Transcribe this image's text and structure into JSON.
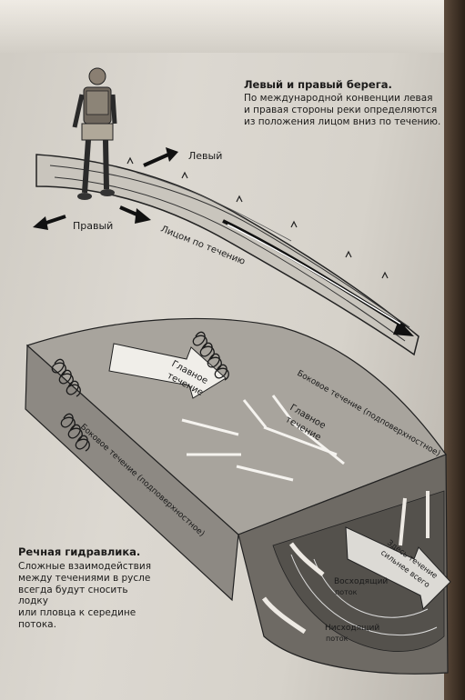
{
  "section_1": {
    "title": "Левый и правый берега.",
    "body_lines": [
      "По международной конвенции левая",
      "и правая стороны реки определяются",
      "из положения лицом вниз по течению."
    ],
    "labels": {
      "left": "Левый",
      "right": "Правый",
      "facing": "Лицом по течению"
    }
  },
  "section_2": {
    "title": "Речная гидравлика.",
    "body_lines": [
      "Сложные взаимодействия",
      "между течениями в русле",
      "всегда будут сносить лодку",
      "или пловца к середине",
      "потока."
    ],
    "labels": {
      "main_current_1_a": "Главное",
      "main_current_1_b": "течение",
      "main_current_2_a": "Главное",
      "main_current_2_b": "течение",
      "lateral_1": "Боковое течение (подповерхностное)",
      "lateral_2": "Боковое течение (подповерхностное)",
      "here_a": "Здесь течение",
      "here_b": "сильнее всего",
      "upward_a": "Восходящий",
      "upward_b": "поток",
      "downward_a": "Нисходящий",
      "downward_b": "поток"
    }
  }
}
